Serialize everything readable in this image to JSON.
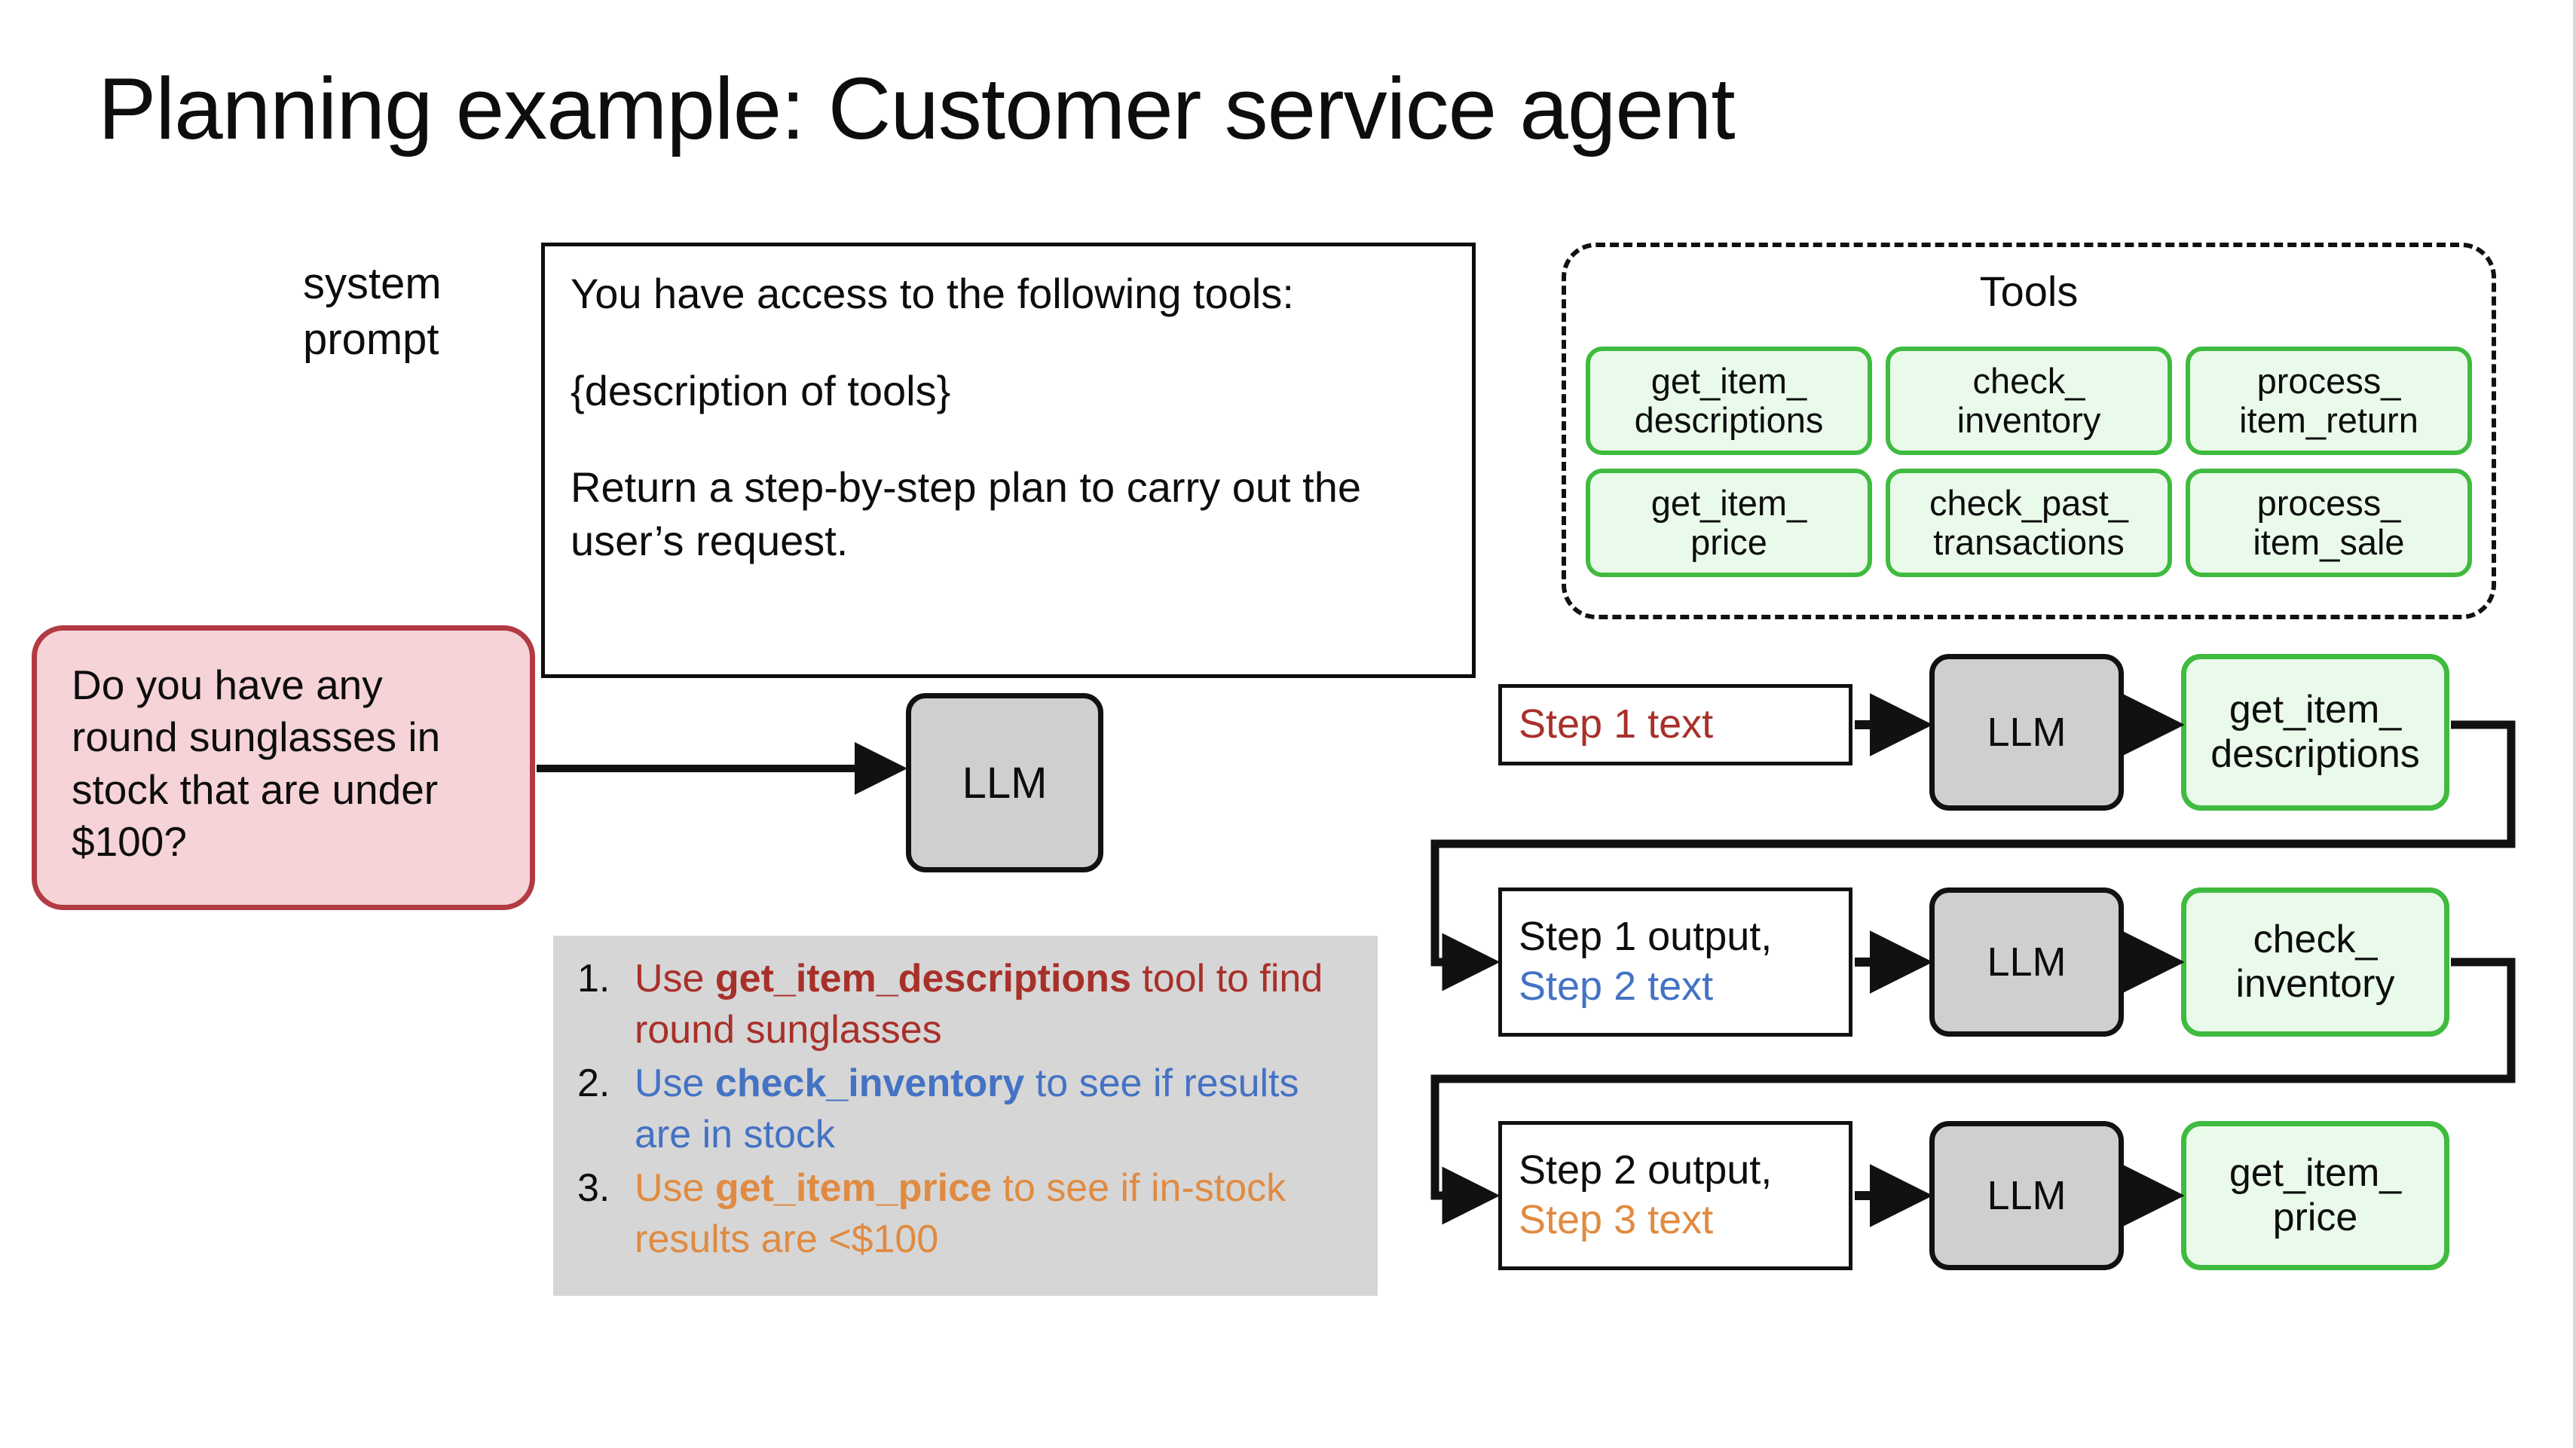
{
  "title": "Planning example: Customer service agent",
  "system_prompt": {
    "label": "system\nprompt",
    "line1": "You have access to the following tools:",
    "line2": "{description of tools}",
    "line3": "Return a step-by-step plan to carry out the user’s request."
  },
  "tools_panel": {
    "title": "Tools",
    "items": [
      "get_item_\ndescriptions",
      "check_\ninventory",
      "process_\nitem_return",
      "get_item_\nprice",
      "check_past_\ntransactions",
      "process_\nitem_sale"
    ]
  },
  "user_query": "Do you have any round sunglasses in stock that are under $100?",
  "main_llm": "LLM",
  "plan": {
    "items": [
      {
        "number": "1.",
        "color": "#a8302a",
        "prefix": "Use ",
        "tool": "get_item_descriptions",
        "suffix": " tool to find round sunglasses"
      },
      {
        "number": "2.",
        "color": "#4472c4",
        "prefix": "Use ",
        "tool": "check_inventory",
        "suffix": " to see if results are in stock"
      },
      {
        "number": "3.",
        "color": "#e08b42",
        "prefix": "Use ",
        "tool": "get_item_price",
        "suffix": " to see if in-stock results are <$100"
      }
    ]
  },
  "steps": [
    {
      "prev_output": "",
      "step_text": "Step 1 text",
      "step_color": "#a8302a",
      "llm": "LLM",
      "tool": "get_item_\ndescriptions"
    },
    {
      "prev_output": "Step 1 output,",
      "step_text": "Step 2 text",
      "step_color": "#4472c4",
      "llm": "LLM",
      "tool": "check_\ninventory"
    },
    {
      "prev_output": "Step 2 output,",
      "step_text": "Step 3 text",
      "step_color": "#e08b42",
      "llm": "LLM",
      "tool": "get_item_\nprice"
    }
  ],
  "colors": {
    "red": "#a8302a",
    "blue": "#4472c4",
    "orange": "#e08b42",
    "green_border": "#3fbb3f",
    "green_fill": "#eafaea",
    "gray_fill": "#cfcfcf",
    "plan_bg": "#d6d6d6",
    "pink_fill": "#f5d3d7",
    "pink_border": "#b23a42",
    "ink": "#0d0d0d"
  }
}
